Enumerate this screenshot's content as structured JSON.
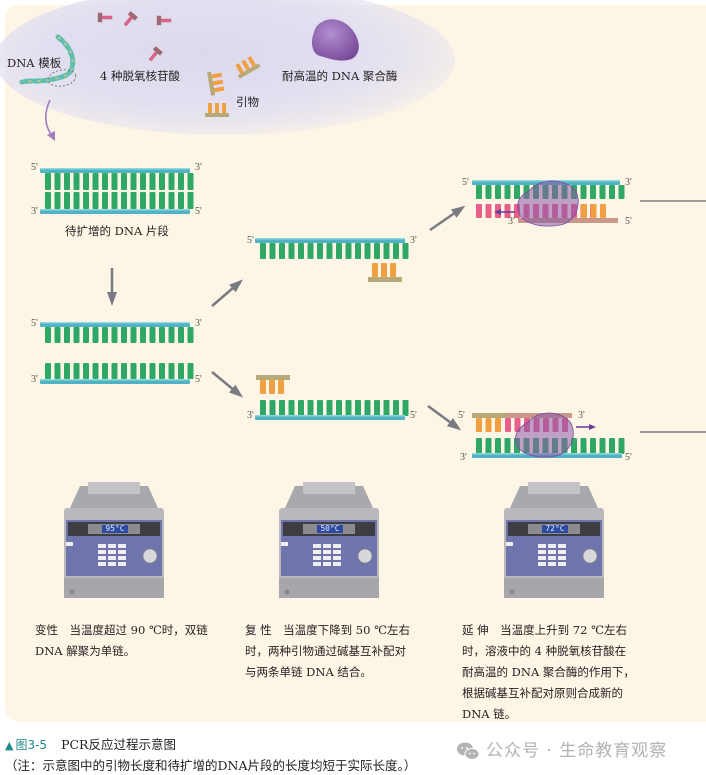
{
  "reagents": {
    "template_label": "DNA 模板",
    "dntp_label": "4 种脱氧核苷酸",
    "primer_label": "引物",
    "polymerase_label": "耐高温的 DNA 聚合酶"
  },
  "strand_ends": {
    "five": "5'",
    "three": "3'"
  },
  "target_fragment_label": "待扩增的 DNA 片段",
  "thermocyclers": [
    {
      "display": "95°C"
    },
    {
      "display": "50°C"
    },
    {
      "display": "72°C"
    }
  ],
  "steps": [
    {
      "title": "变性",
      "text": "当温度超过 90 ℃时，双链 DNA 解聚为单链。",
      "lines": [
        "变性　当温度超过 90 ℃时，双链",
        "DNA 解聚为单链。"
      ]
    },
    {
      "title": "复性",
      "text": "当温度下降到 50 ℃左右时，两种引物通过碱基互补配对与两条单链 DNA 结合。",
      "lines": [
        "复 性　当温度下降到 50 ℃左右",
        "时，两种引物通过碱基互补配对",
        "与两条单链 DNA 结合。"
      ]
    },
    {
      "title": "延伸",
      "text": "当温度上升到 72 ℃左右时，溶液中的 4 种脱氧核苷酸在耐高温的 DNA 聚合酶的作用下，根据碱基互补配对原则合成新的 DNA 链。",
      "lines": [
        "延 伸　当温度上升到 72 ℃左右",
        "时，溶液中的 4 种脱氧核苷酸在",
        "耐高温的 DNA 聚合酶的作用下，",
        "根据碱基互补配对原则合成新的",
        "DNA 链。"
      ]
    }
  ],
  "figure": {
    "number": "图3-5",
    "title": "PCR反应过程示意图",
    "note": "（注：示意图中的引物长度和待扩增的DNA片段的长度均短于实际长度。）"
  },
  "watermark": "公众号 · 生命教育观察",
  "colors": {
    "backbone": "#4fb3c4",
    "base": "#2fa866",
    "primer_base": "#f0a040",
    "primer_backbone": "#b8aa78",
    "new_base": "#e8608a",
    "enzyme": "#8a5aa8",
    "arrow": "#7a7a82",
    "accent": "#1f8a8a"
  }
}
